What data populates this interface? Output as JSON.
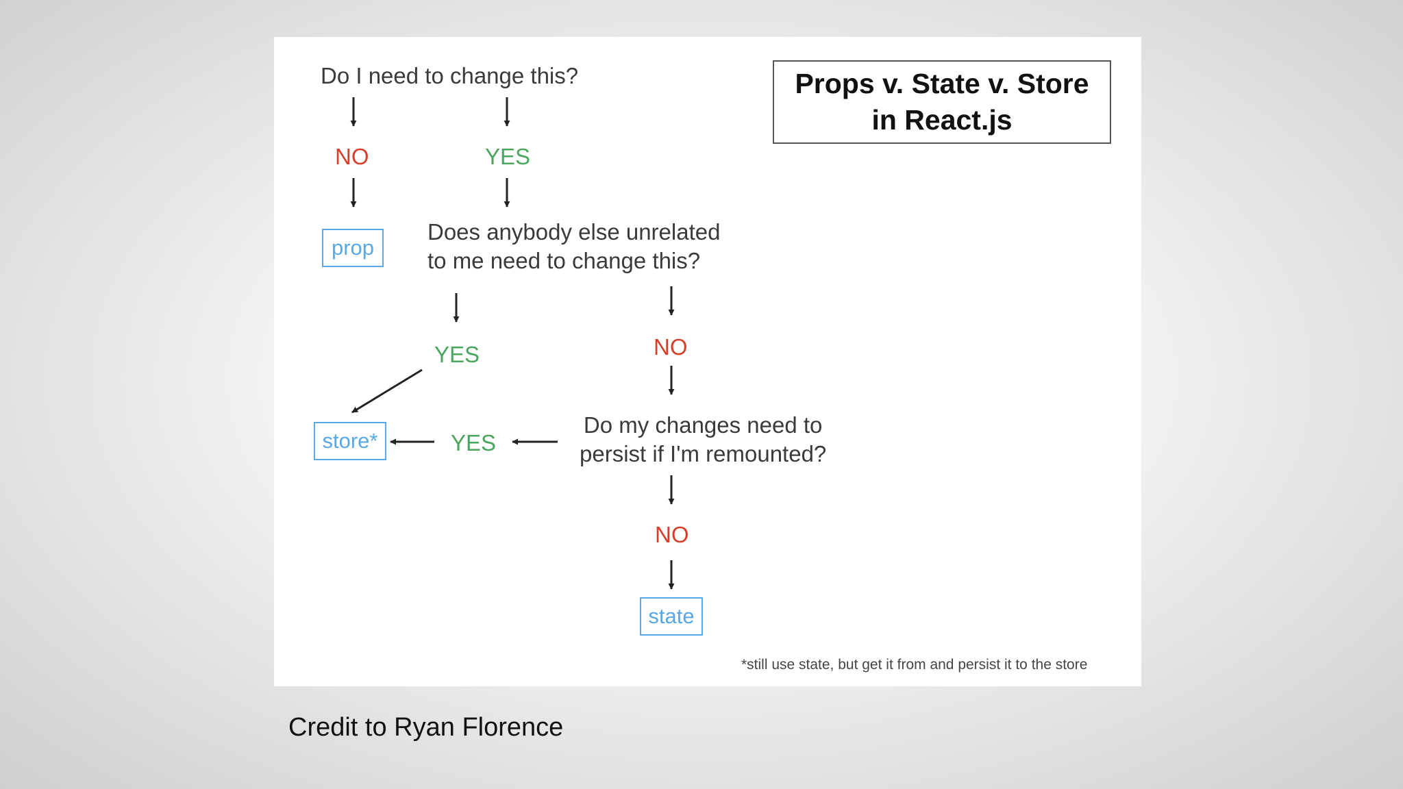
{
  "diagram": {
    "title": "Props v. State v. Store\nin React.js",
    "question_1": "Do I need to change this?",
    "q1_no": "NO",
    "q1_yes": "YES",
    "result_prop": "prop",
    "question_2": "Does anybody else unrelated\nto me need to change this?",
    "q2_yes": "YES",
    "q2_no": "NO",
    "result_store": "store*",
    "q3_yes": "YES",
    "question_3": "Do my changes need to\npersist if I'm remounted?",
    "q3_no": "NO",
    "result_state": "state",
    "footnote": "*still use state, but get it from and persist it to the store",
    "colors": {
      "yes": "#4aa65c",
      "no": "#d5402b",
      "result_box": "#5aa8e3"
    }
  },
  "caption": "Credit to Ryan Florence"
}
